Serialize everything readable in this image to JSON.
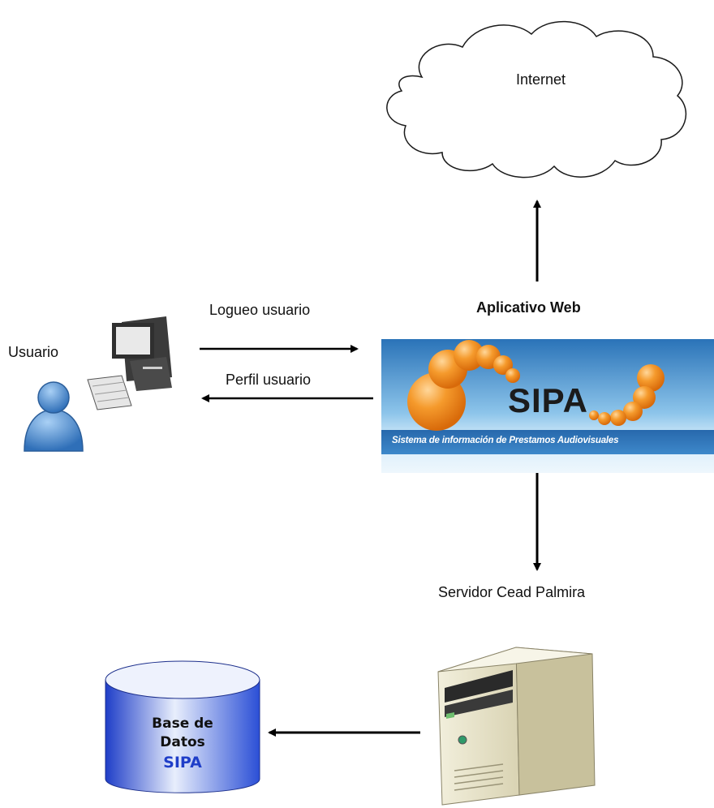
{
  "internet": {
    "label": "Internet"
  },
  "webapp": {
    "label": "Aplicativo Web"
  },
  "user": {
    "label": "Usuario"
  },
  "flows": {
    "login": "Logueo usuario",
    "profile": "Perfil usuario"
  },
  "banner": {
    "title": "SIPA",
    "subtitle": "Sistema de información de Prestamos Audiovisuales"
  },
  "server": {
    "label": "Servidor Cead Palmira"
  },
  "database": {
    "line1": "Base de",
    "line2": "Datos",
    "line3": "SIPA"
  },
  "colors": {
    "banner_blue": "#1f6fb5",
    "worm_orange": "#f28a1a",
    "db_blue": "#2f56d8",
    "user_blue": "#3f83c9",
    "server_beige": "#e9e4c8"
  }
}
